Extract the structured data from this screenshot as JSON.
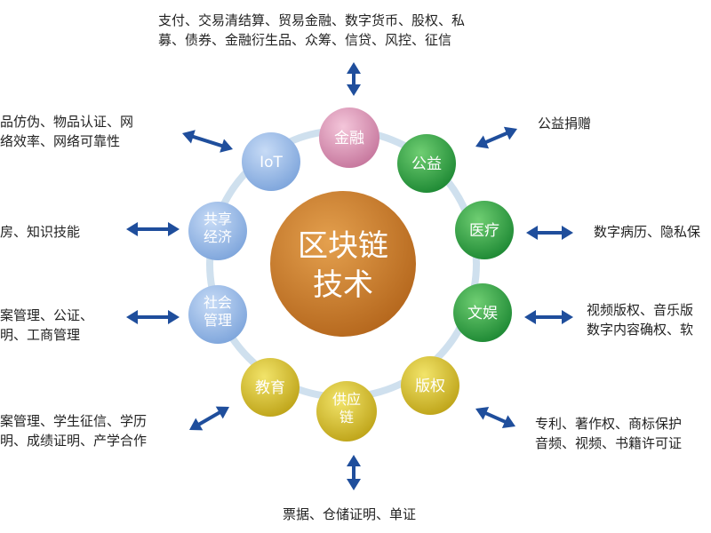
{
  "center": {
    "line1": "区块链",
    "line2": "技术"
  },
  "nodes": [
    {
      "id": "finance",
      "label": "金融",
      "color": "#d98bb0"
    },
    {
      "id": "charity",
      "label": "公益",
      "color": "#35a44a"
    },
    {
      "id": "medical",
      "label": "医疗",
      "color": "#35a44a"
    },
    {
      "id": "entertainment",
      "label": "文娱",
      "color": "#35a44a"
    },
    {
      "id": "copyright",
      "label": "版权",
      "color": "#d8c420"
    },
    {
      "id": "supply",
      "label": "供应\n链",
      "color": "#d8c420"
    },
    {
      "id": "education",
      "label": "教育",
      "color": "#d8c420"
    },
    {
      "id": "social",
      "label": "社会\n管理",
      "color": "#8fb4e6"
    },
    {
      "id": "sharing",
      "label": "共享\n经济",
      "color": "#8fb4e6"
    },
    {
      "id": "iot",
      "label": "IoT",
      "color": "#8fb4e6"
    }
  ],
  "texts": {
    "finance": "支付、交易清结算、贸易金融、数字货币、股权、私\n募、债券、金融衍生品、众筹、信贷、风控、征信",
    "charity": "公益捐赠",
    "medical": "数字病历、隐私保",
    "entertainment": "视频版权、音乐版\n数字内容确权、软",
    "copyright": "专利、著作权、商标保护\n音频、视频、书籍许可证",
    "supply": "票据、仓储证明、单证",
    "education": "案管理、学生征信、学历\n明、成绩证明、产学合作",
    "social": "案管理、公证、\n明、工商管理",
    "sharing": "房、知识技能",
    "iot": "品仿伪、物品认证、网\n络效率、网络可靠性"
  },
  "colors": {
    "center": "#c8782a",
    "ring": "#cfe0ee",
    "arrow": "#1f4e9c"
  }
}
